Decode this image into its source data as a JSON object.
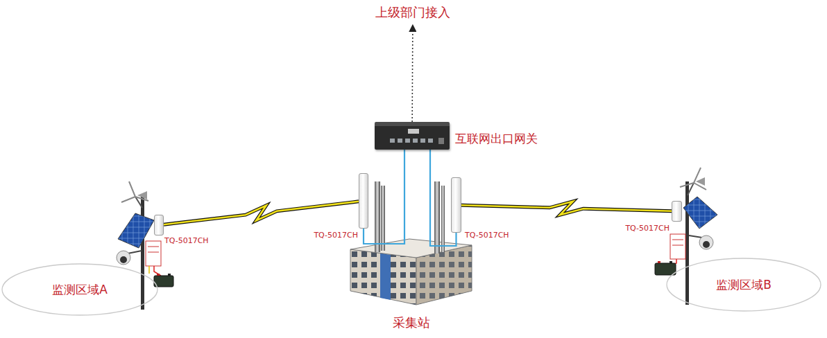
{
  "diagram": {
    "nodes": [
      {
        "text": [
          "上级部门接入"
        ]
      },
      {
        "text": [
          "互联网出口网关"
        ]
      },
      {
        "text": [
          "TQ-5017CH"
        ]
      },
      {
        "text": [
          "TQ-5017CH"
        ]
      },
      {
        "text": [
          "采集站"
        ]
      },
      {
        "text": [
          "TQ-5017CH"
        ]
      },
      {
        "text": [
          "监测区域A"
        ]
      },
      {
        "text": [
          "TQ-5017CH"
        ]
      },
      {
        "text": [
          "监测区域B"
        ]
      }
    ],
    "edges": [
      {
        "from": 1,
        "to": 0,
        "arrow": "to"
      },
      {
        "from": 5,
        "to": 2,
        "arrow": "none"
      },
      {
        "from": 7,
        "to": 3,
        "arrow": "none"
      },
      {
        "from": 2,
        "to": 1,
        "arrow": "none"
      },
      {
        "from": 3,
        "to": 1,
        "arrow": "none"
      }
    ]
  }
}
